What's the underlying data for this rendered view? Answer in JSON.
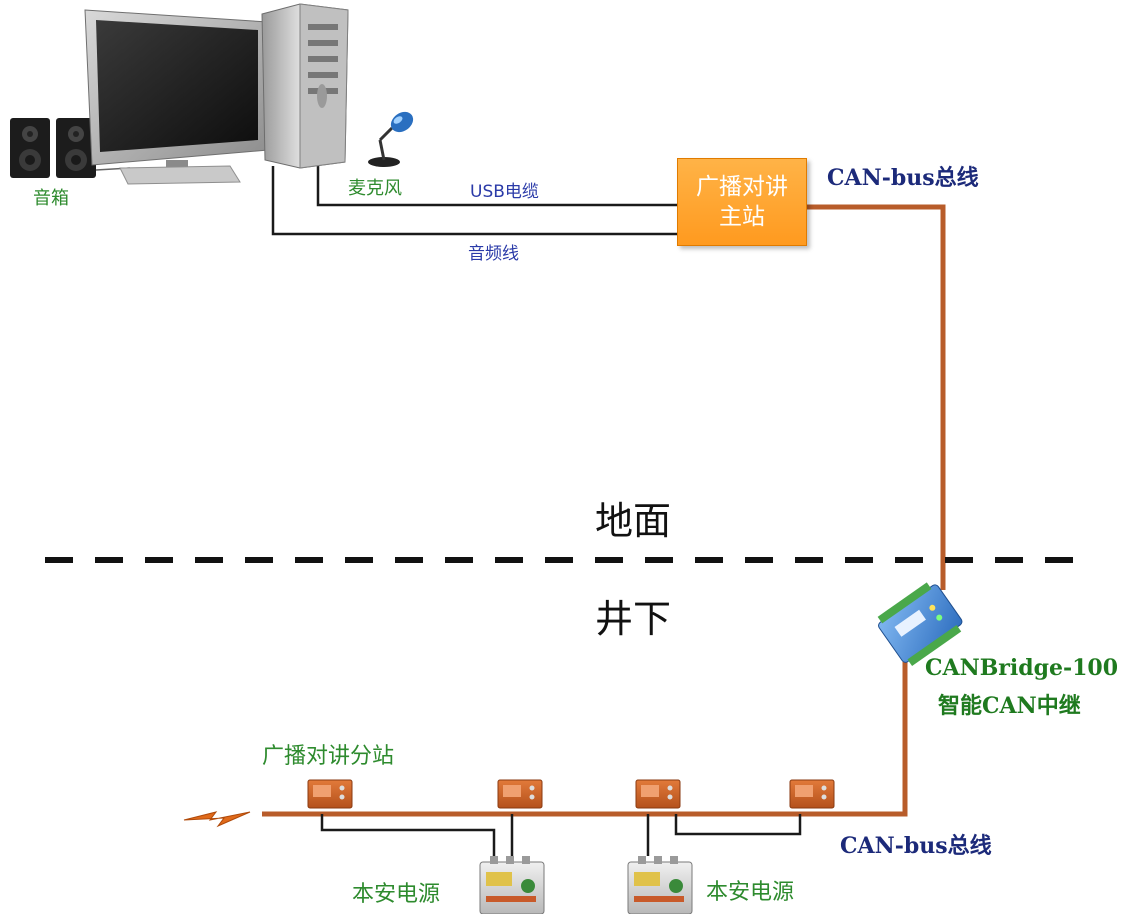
{
  "labels": {
    "speaker": "音箱",
    "microphone": "麦克风",
    "usb_cable": "USB电缆",
    "audio_line": "音频线",
    "master_line1": "广播对讲",
    "master_line2": "主站",
    "canbus_top": "CAN-bus总线",
    "ground": "地面",
    "underground": "井下",
    "canbridge_model": "CANBridge-100",
    "canbridge_desc": "智能CAN中继",
    "substation": "广播对讲分站",
    "power1": "本安电源",
    "power2": "本安电源",
    "canbus_bottom": "CAN-bus总线"
  },
  "colors": {
    "bus": "#b85c2a",
    "cable": "#1a1a1a",
    "master_box": "#ff9f2a",
    "label_green": "#2e8b2e",
    "label_blue": "#2a3aa8",
    "label_navy": "#1c2a7a"
  },
  "icons": {
    "computer": "desktop-computer-icon",
    "speakers": "speaker-icon",
    "microphone": "microphone-icon",
    "canbridge": "canbridge-device-icon",
    "substation": "substation-box-icon",
    "power_supply": "power-supply-icon",
    "break": "lightning-break-icon"
  }
}
